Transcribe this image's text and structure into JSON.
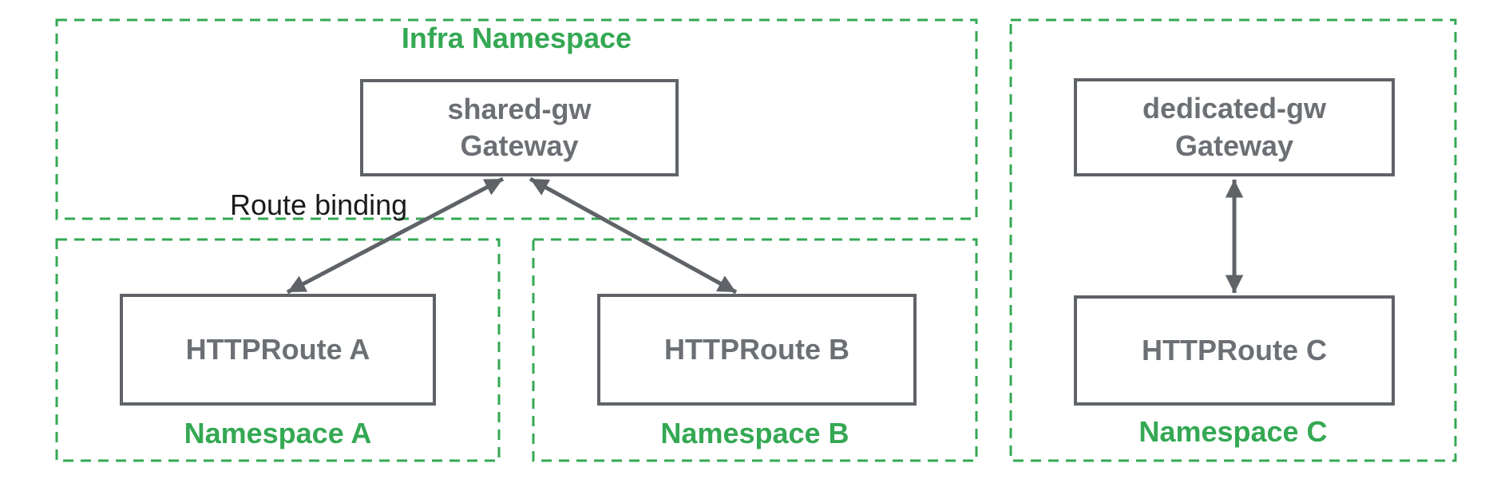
{
  "namespaces": {
    "infra": {
      "label": "Infra Namespace"
    },
    "a": {
      "label": "Namespace A"
    },
    "b": {
      "label": "Namespace B"
    },
    "c": {
      "label": "Namespace C"
    }
  },
  "nodes": {
    "shared_gw": {
      "line1": "shared-gw",
      "line2": "Gateway"
    },
    "route_a": {
      "label": "HTTPRoute A"
    },
    "route_b": {
      "label": "HTTPRoute B"
    },
    "dedicated_gw": {
      "line1": "dedicated-gw",
      "line2": "Gateway"
    },
    "route_c": {
      "label": "HTTPRoute C"
    }
  },
  "annotations": {
    "route_binding": "Route binding"
  },
  "edges": {
    "shared_gw_route_a": "bidirectional",
    "shared_gw_route_b": "bidirectional",
    "dedicated_gw_route_c": "bidirectional"
  },
  "colors": {
    "namespace_green": "#34A853",
    "node_border_gray": "#5F6368",
    "node_text_gray": "#6C7074",
    "arrow_gray": "#5F6368",
    "annotation_black": "#1B1B1B",
    "background": "#FFFFFF"
  }
}
